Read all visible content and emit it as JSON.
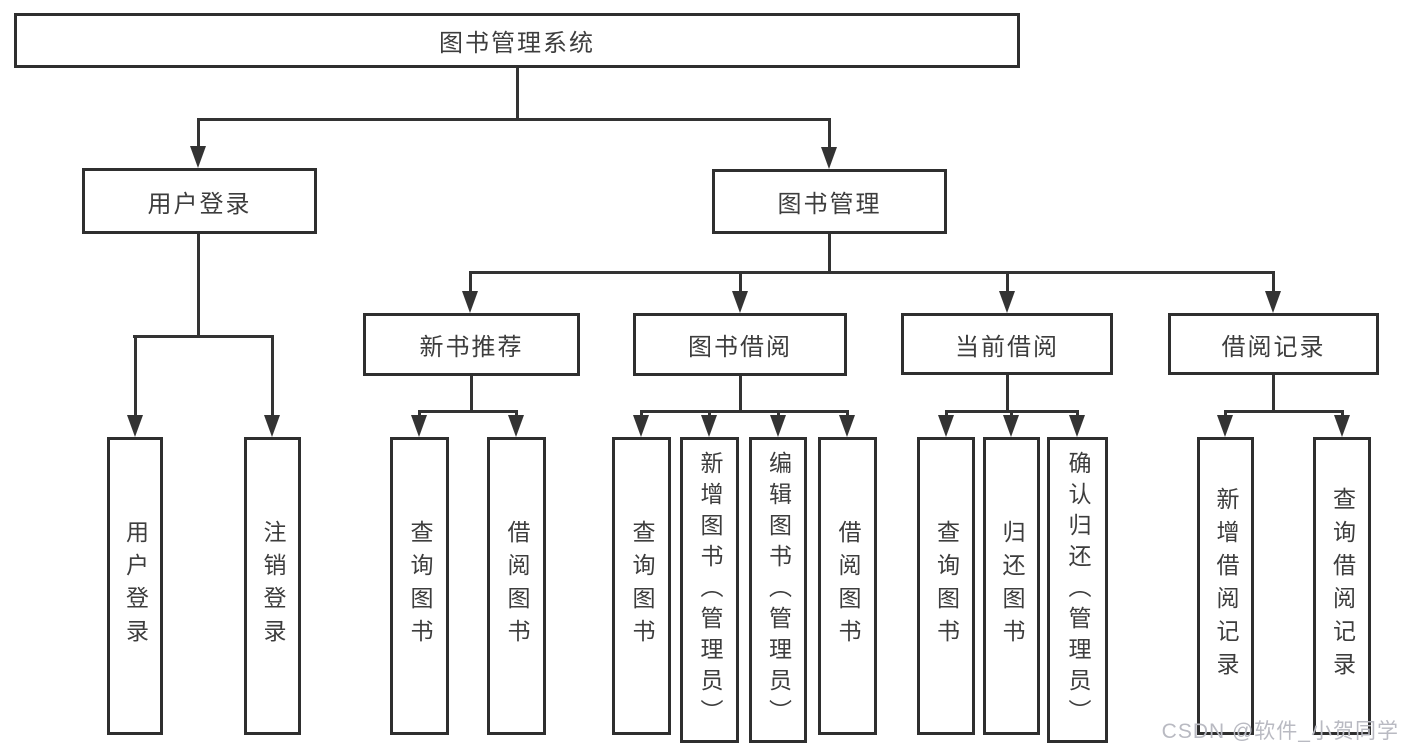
{
  "tree": {
    "root": "图书管理系统",
    "branches": [
      {
        "label": "用户登录",
        "children": [
          "用户登录",
          "注销登录"
        ]
      },
      {
        "label": "图书管理",
        "groups": [
          {
            "label": "新书推荐",
            "children": [
              "查询图书",
              "借阅图书"
            ]
          },
          {
            "label": "图书借阅",
            "children": [
              "查询图书",
              "新增图书（管理员）",
              "编辑图书（管理员）",
              "借阅图书"
            ]
          },
          {
            "label": "当前借阅",
            "children": [
              "查询图书",
              "归还图书",
              "确认归还（管理员）"
            ]
          },
          {
            "label": "借阅记录",
            "children": [
              "新增借阅记录",
              "查询借阅记录"
            ]
          }
        ]
      }
    ]
  },
  "watermark": {
    "text": "CSDN @软件_小贺同学"
  },
  "colors": {
    "line": "#333333",
    "border": "#2f2f2f",
    "text": "#3d3d3d",
    "watermark": "#b9bac2",
    "background": "#ffffff"
  }
}
